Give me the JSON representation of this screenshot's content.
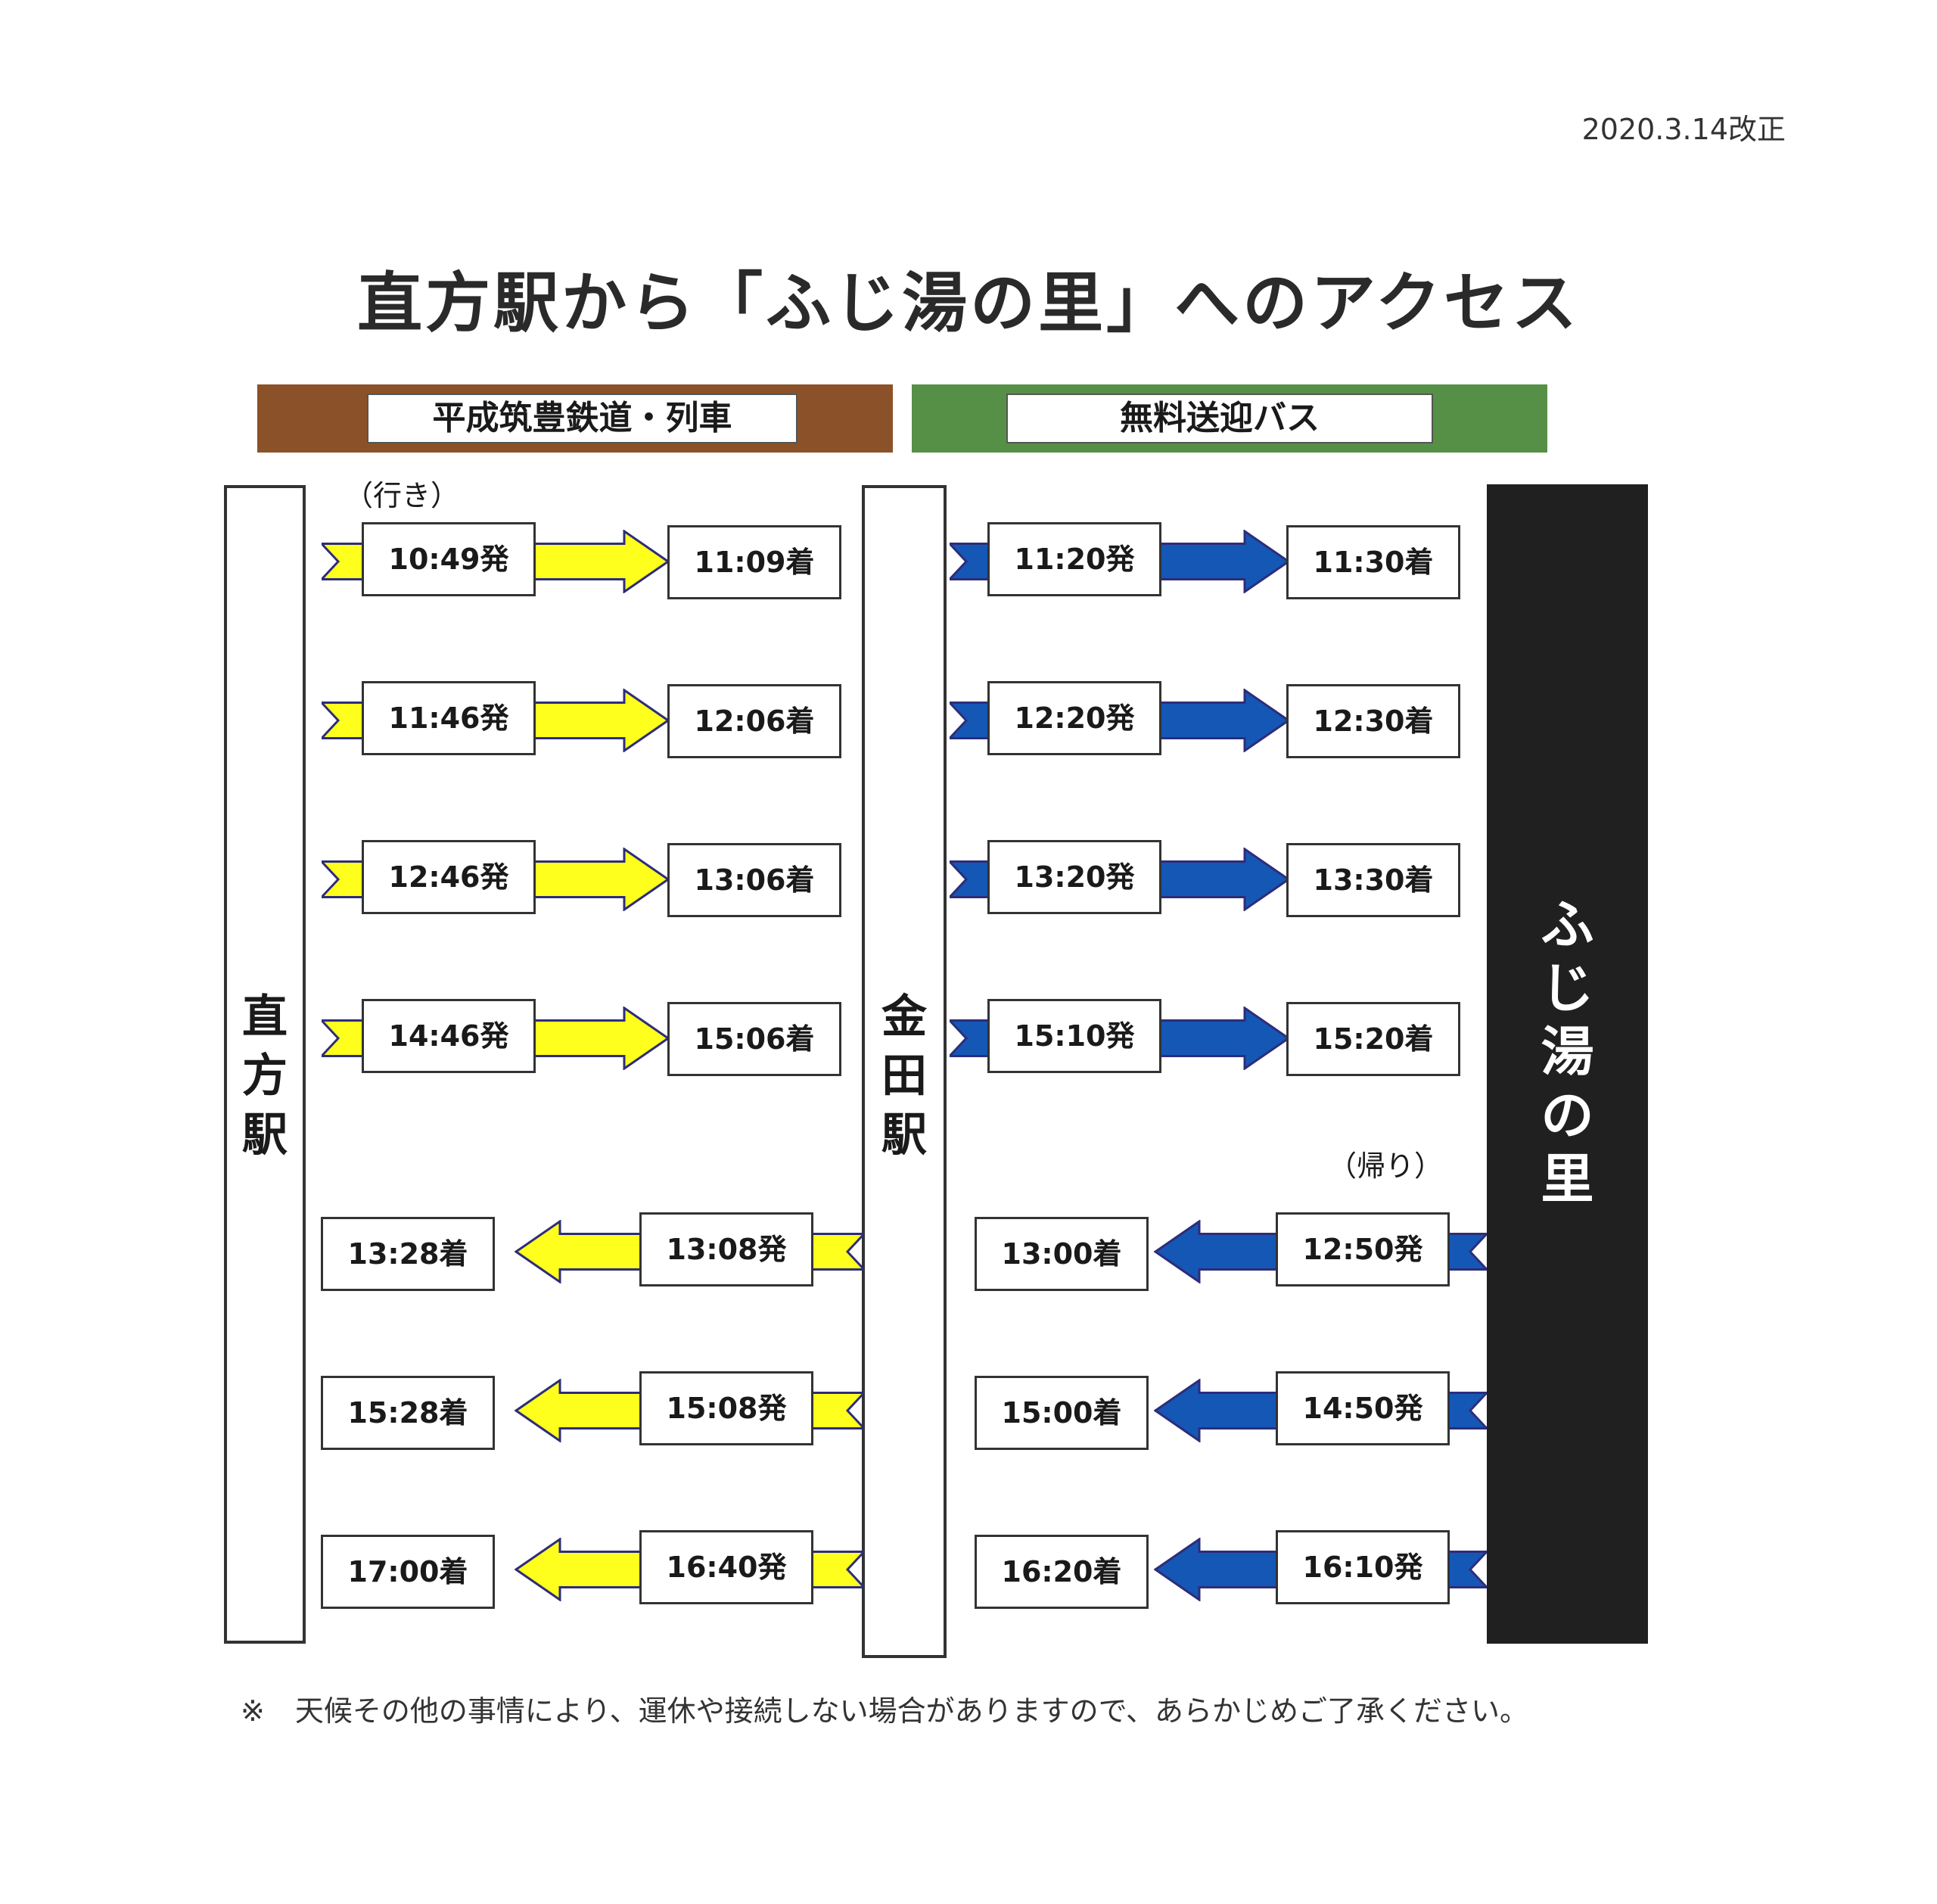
{
  "revision": "2020.3.14改正",
  "title": "直方駅から「ふじ湯の里」へのアクセス",
  "bands": {
    "train": "平成筑豊鉄道・列車",
    "bus": "無料送迎バス"
  },
  "stations": {
    "nogata": "直方駅",
    "kaneda": "金田駅",
    "fujiyu": "ふじ湯の里"
  },
  "direction_labels": {
    "outbound": "（行き）",
    "return": "（帰り）"
  },
  "outbound": [
    {
      "train_dep": "10:49発",
      "train_arr": "11:09着",
      "bus_dep": "11:20発",
      "bus_arr": "11:30着"
    },
    {
      "train_dep": "11:46発",
      "train_arr": "12:06着",
      "bus_dep": "12:20発",
      "bus_arr": "12:30着"
    },
    {
      "train_dep": "12:46発",
      "train_arr": "13:06着",
      "bus_dep": "13:20発",
      "bus_arr": "13:30着"
    },
    {
      "train_dep": "14:46発",
      "train_arr": "15:06着",
      "bus_dep": "15:10発",
      "bus_arr": "15:20着"
    }
  ],
  "return": [
    {
      "bus_dep": "12:50発",
      "bus_arr": "13:00着",
      "train_dep": "13:08発",
      "train_arr": "13:28着"
    },
    {
      "bus_dep": "14:50発",
      "bus_arr": "15:00着",
      "train_dep": "15:08発",
      "train_arr": "15:28着"
    },
    {
      "bus_dep": "16:10発",
      "bus_arr": "16:20着",
      "train_dep": "16:40発",
      "train_arr": "17:00着"
    }
  ],
  "note": {
    "mark": "※",
    "text": "天候その他の事情により、運休や接続しない場合がありますので、あらかじめご了承ください。"
  },
  "colors": {
    "train_band": "#8b5229",
    "bus_band": "#569046",
    "train_arrow": "#ffff1e",
    "bus_arrow": "#1557b5",
    "fujiyu_bar": "#1f201f"
  }
}
